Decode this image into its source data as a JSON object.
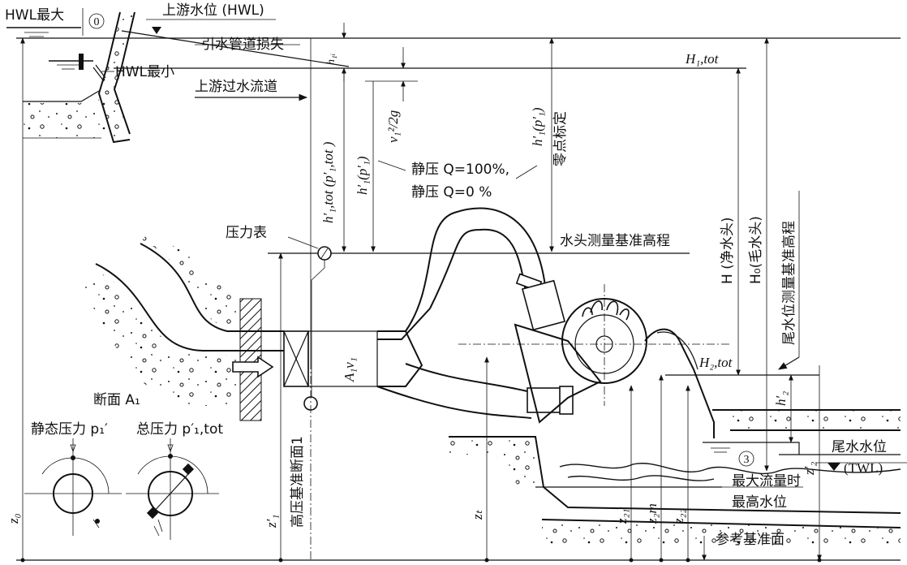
{
  "labels": {
    "hwl_max": "HWL最大",
    "hwl_min": "HWL最小",
    "circle_0": "0",
    "circle_3": "3",
    "upstream_level": "上游水位 (HWL)",
    "intake_loss": "引水管道损失",
    "upstream_passage": "上游过水流道",
    "h_l1": "h₁ᵢ",
    "h1tot_top": "H₁,tot",
    "v2g": "v₁²/2g",
    "h1p1": "h′₁(p′₁)",
    "zero_calibration": "零点标定",
    "h1tot_vert": "h′₁,tot (p′₁,tot )",
    "h1p1_inner": "h′₁(p′₁)",
    "static_100": "静压 Q=100%,",
    "static_0": "静压 Q=0 %",
    "net_head": "H (净水头)",
    "gross_head": "H₀(毛水头)",
    "tw_datum": "尾水位测量基准高程",
    "gauge": "压力表",
    "head_datum": "水头测量基准高程",
    "h2tot": "H₂,tot",
    "a1v1": "A₁v₁",
    "section_a1": "断面 A₁",
    "hp_section": "高压基准断面1",
    "static_pressure": "静态压力 p₁′",
    "total_pressure": "总压力 p′₁,tot",
    "h2p": "h′₂",
    "z2p": "z′₂",
    "tailwater": "尾水水位",
    "twl": "(TWL)",
    "max_flow": "最大流量时",
    "max_level": "最高水位",
    "ref_datum": "参考基准面",
    "z0": "z₀",
    "z1p": "z′₁",
    "zT": "zₜ",
    "z21": "z₂₁",
    "z2m": "z₂m",
    "z22": "z₂₂"
  }
}
